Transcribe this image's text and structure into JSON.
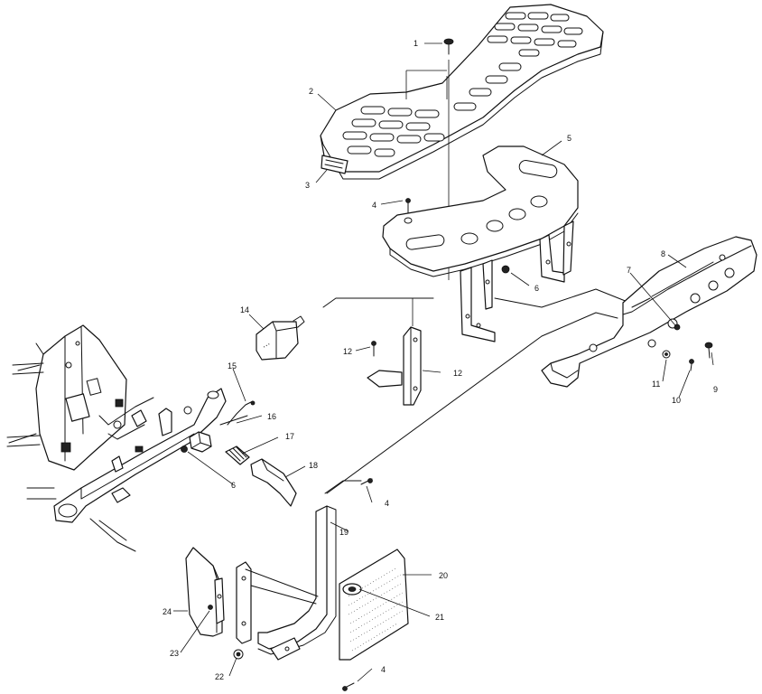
{
  "diagram": {
    "callouts": [
      {
        "id": "c1",
        "label": "1"
      },
      {
        "id": "c2",
        "label": "2"
      },
      {
        "id": "c3",
        "label": "3"
      },
      {
        "id": "c4a",
        "label": "4"
      },
      {
        "id": "c4b",
        "label": "4"
      },
      {
        "id": "c4c",
        "label": "4"
      },
      {
        "id": "c5",
        "label": "5"
      },
      {
        "id": "c6a",
        "label": "6"
      },
      {
        "id": "c6b",
        "label": "6"
      },
      {
        "id": "c7",
        "label": "7"
      },
      {
        "id": "c8",
        "label": "8"
      },
      {
        "id": "c9",
        "label": "9"
      },
      {
        "id": "c10",
        "label": "10"
      },
      {
        "id": "c11",
        "label": "11"
      },
      {
        "id": "c12a",
        "label": "12"
      },
      {
        "id": "c12b",
        "label": "12"
      },
      {
        "id": "c14",
        "label": "14"
      },
      {
        "id": "c15",
        "label": "15"
      },
      {
        "id": "c16",
        "label": "16"
      },
      {
        "id": "c17",
        "label": "17"
      },
      {
        "id": "c18",
        "label": "18"
      },
      {
        "id": "c19",
        "label": "19"
      },
      {
        "id": "c20",
        "label": "20"
      },
      {
        "id": "c21",
        "label": "21"
      },
      {
        "id": "c22",
        "label": "22"
      },
      {
        "id": "c23",
        "label": "23"
      },
      {
        "id": "c24",
        "label": "24"
      }
    ],
    "line_color": "#111111",
    "background": "#ffffff"
  }
}
